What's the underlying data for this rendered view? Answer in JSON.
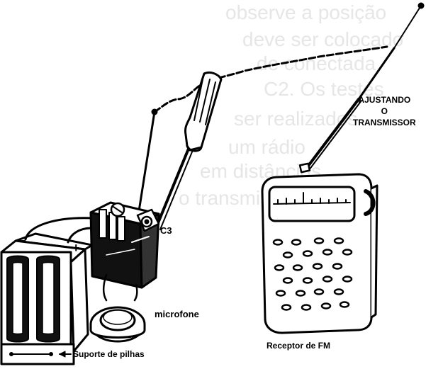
{
  "labels": {
    "c3": "C3",
    "ajustando_line1": "AJUSTANDO",
    "ajustando_line2": "O",
    "ajustando_line3": "TRANSMISSOR",
    "microfone": "microfone",
    "receptor": "Receptor de FM",
    "suporte": "Suporte de pilhas",
    "minus": "−",
    "plus": "+"
  },
  "background_text": [
    "observe a posição",
    "deve ser colocado",
    "de conectada",
    "C2. Os testes",
    "ser realizados",
    "um rádio",
    "em distâncias",
    "o transmissor"
  ],
  "colors": {
    "ink": "#000000",
    "paper": "#ffffff",
    "ghost_text": "#e6e6e6"
  }
}
